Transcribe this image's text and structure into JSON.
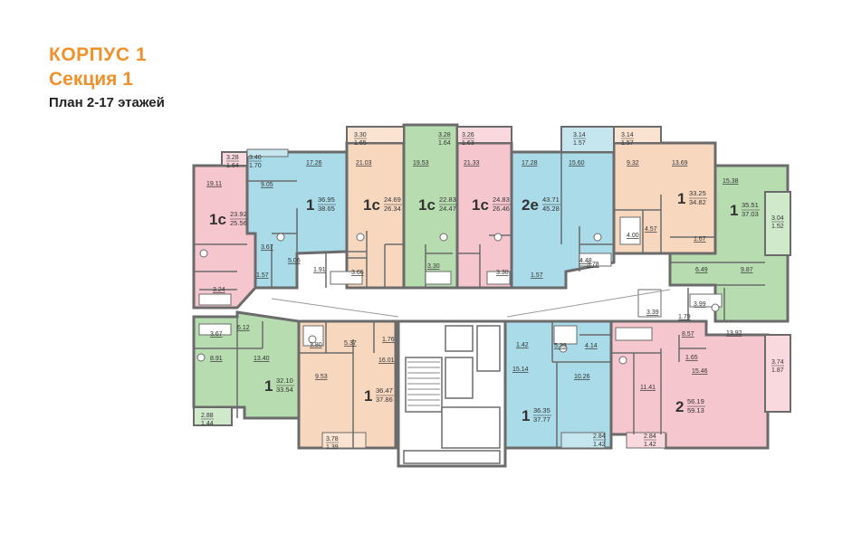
{
  "header": {
    "building": "КОРПУС 1",
    "section": "Секция 1",
    "plan": "План 2-17 этажей"
  },
  "colors": {
    "blue": "#a9dbe8",
    "green": "#b7dcb0",
    "pink": "#f6c6ce",
    "peach": "#f8d7bf",
    "wall": "#6b6b6b"
  },
  "apartments": [
    {
      "id": "a1",
      "type": "1с",
      "total": "23.92",
      "living": "25.56"
    },
    {
      "id": "a2",
      "type": "1",
      "total": "36.95",
      "living": "38.65"
    },
    {
      "id": "a3",
      "type": "1с",
      "total": "24.69",
      "living": "26.34"
    },
    {
      "id": "a4",
      "type": "1с",
      "total": "22.83",
      "living": "24.47"
    },
    {
      "id": "a5",
      "type": "1с",
      "total": "24.83",
      "living": "26.46"
    },
    {
      "id": "a6",
      "type": "2е",
      "total": "43.71",
      "living": "45.28"
    },
    {
      "id": "a7",
      "type": "1",
      "total": "33.25",
      "living": "34.82"
    },
    {
      "id": "a8",
      "type": "1",
      "total": "35.51",
      "living": "37.03"
    },
    {
      "id": "a9",
      "type": "1",
      "total": "32.10",
      "living": "33.54"
    },
    {
      "id": "a10",
      "type": "1",
      "total": "36.47",
      "living": "37.86"
    },
    {
      "id": "a11",
      "type": "1",
      "total": "36.35",
      "living": "37.77"
    },
    {
      "id": "a12",
      "type": "2",
      "total": "56.19",
      "living": "59.13"
    }
  ],
  "balconies": [
    {
      "a": "3.28",
      "b": "1.64"
    },
    {
      "a": "3.40",
      "b": "1.70"
    },
    {
      "a": "3.30",
      "b": "1.65"
    },
    {
      "a": "3.28",
      "b": "1.64"
    },
    {
      "a": "3.26",
      "b": "1.63"
    },
    {
      "a": "3.14",
      "b": "1.57"
    },
    {
      "a": "3.14",
      "b": "1.57"
    },
    {
      "a": "3.04",
      "b": "1.52"
    },
    {
      "a": "3.74",
      "b": "1.87"
    },
    {
      "a": "2.84",
      "b": "1.42"
    },
    {
      "a": "2.84",
      "b": "1.42"
    },
    {
      "a": "3.78",
      "b": "1.39"
    },
    {
      "a": "2.88",
      "b": "1.44"
    }
  ],
  "rooms": [
    "19.11",
    "9.05",
    "17.26",
    "21.03",
    "19.53",
    "21.33",
    "17.28",
    "15.60",
    "9.32",
    "13.69",
    "15.38",
    "3.67",
    "1.57",
    "3.24",
    "5.06",
    "1.91",
    "3.66",
    "3.30",
    "3.30",
    "1.57",
    "4.48",
    "3.78",
    "4.00",
    "4.57",
    "1.67",
    "6.49",
    "9.87",
    "3.99",
    "3.39",
    "1.79",
    "6.12",
    "3.67",
    "8.91",
    "13.40",
    "3.80",
    "5.37",
    "1.76",
    "9.53",
    "16.01",
    "1.42",
    "5.39",
    "4.14",
    "15.14",
    "10.26",
    "8.57",
    "13.92",
    "1.65",
    "15.46",
    "11.41"
  ]
}
